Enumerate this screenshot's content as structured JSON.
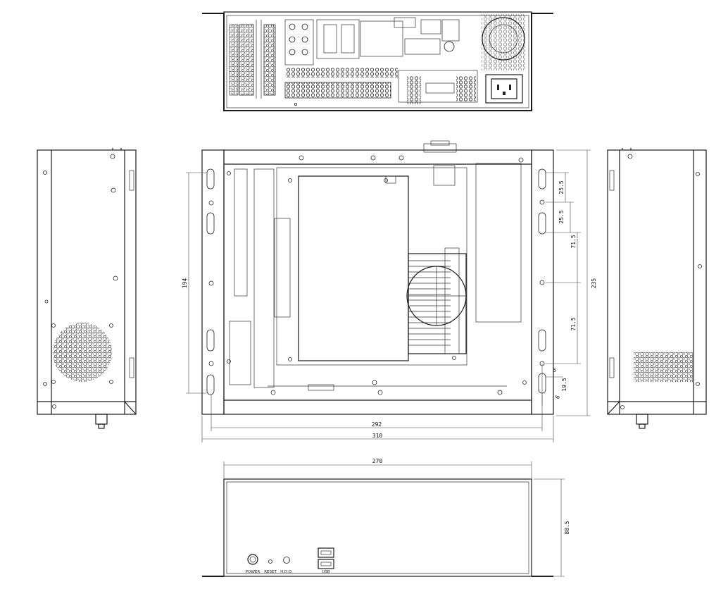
{
  "dimensions": {
    "d292": "292",
    "d310": "310",
    "d270": "270",
    "d194": "194",
    "d235": "235",
    "d25a": "25.5",
    "d25b": "25.5",
    "d71a": "71.5",
    "d71b": "71.5",
    "d5": "5",
    "d19": "19.5",
    "d88": "88.5",
    "d6": "6"
  },
  "front_panel_labels": {
    "power": "POWER",
    "reset": "RESET",
    "hdd": "H.D.D.",
    "usb": "USB"
  }
}
